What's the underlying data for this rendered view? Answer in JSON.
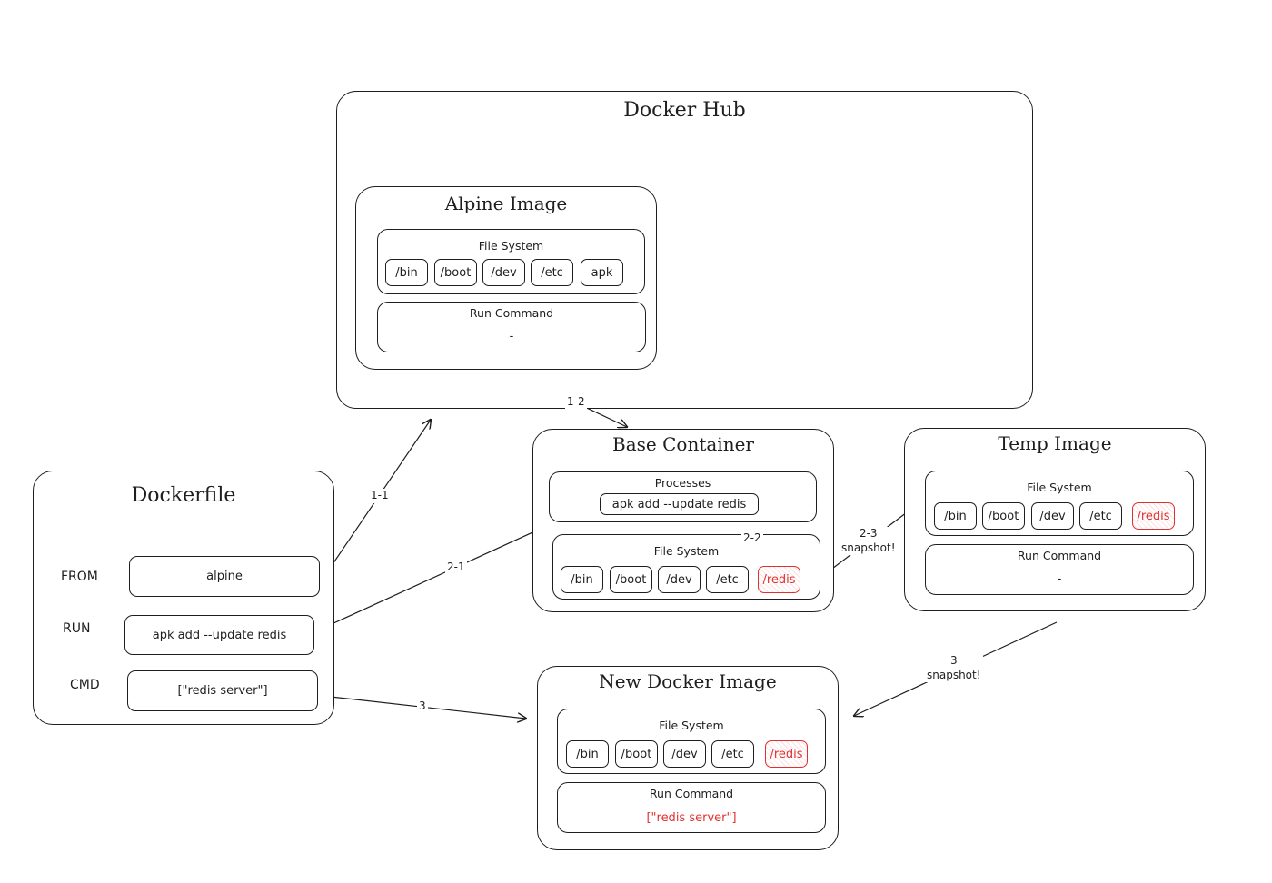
{
  "docker_hub": {
    "title": "Docker Hub",
    "alpine": {
      "title": "Alpine Image",
      "fs_label": "File System",
      "fs_items": [
        "/bin",
        "/boot",
        "/dev",
        "/etc",
        "apk"
      ],
      "run_label": "Run Command",
      "run_value": "-"
    }
  },
  "dockerfile": {
    "title": "Dockerfile",
    "rows": [
      {
        "keyword": "FROM",
        "value": "alpine"
      },
      {
        "keyword": "RUN",
        "value": "apk add --update redis"
      },
      {
        "keyword": "CMD",
        "value": "[\"redis server\"]"
      }
    ]
  },
  "base_container": {
    "title": "Base Container",
    "processes_label": "Processes",
    "process": "apk add --update redis",
    "fs_label": "File System",
    "fs_items": [
      "/bin",
      "/boot",
      "/dev",
      "/etc",
      "/redis"
    ]
  },
  "temp_image": {
    "title": "Temp Image",
    "fs_label": "File System",
    "fs_items": [
      "/bin",
      "/boot",
      "/dev",
      "/etc",
      "/redis"
    ],
    "run_label": "Run Command",
    "run_value": "-"
  },
  "new_image": {
    "title": "New Docker Image",
    "fs_label": "File System",
    "fs_items": [
      "/bin",
      "/boot",
      "/dev",
      "/etc",
      "/redis"
    ],
    "run_label": "Run Command",
    "run_value": "[\"redis server\"]"
  },
  "edges": {
    "e1_1": "1-1",
    "e1_2": "1-2",
    "e2_1": "2-1",
    "e2_2": "2-2",
    "e2_3": "2-3",
    "e2_3_note": "snapshot!",
    "e3_a": "3",
    "e3_b": "3",
    "e3_b_note": "snapshot!"
  },
  "colors": {
    "ink": "#1e1e1e",
    "accent": "#e03131"
  }
}
